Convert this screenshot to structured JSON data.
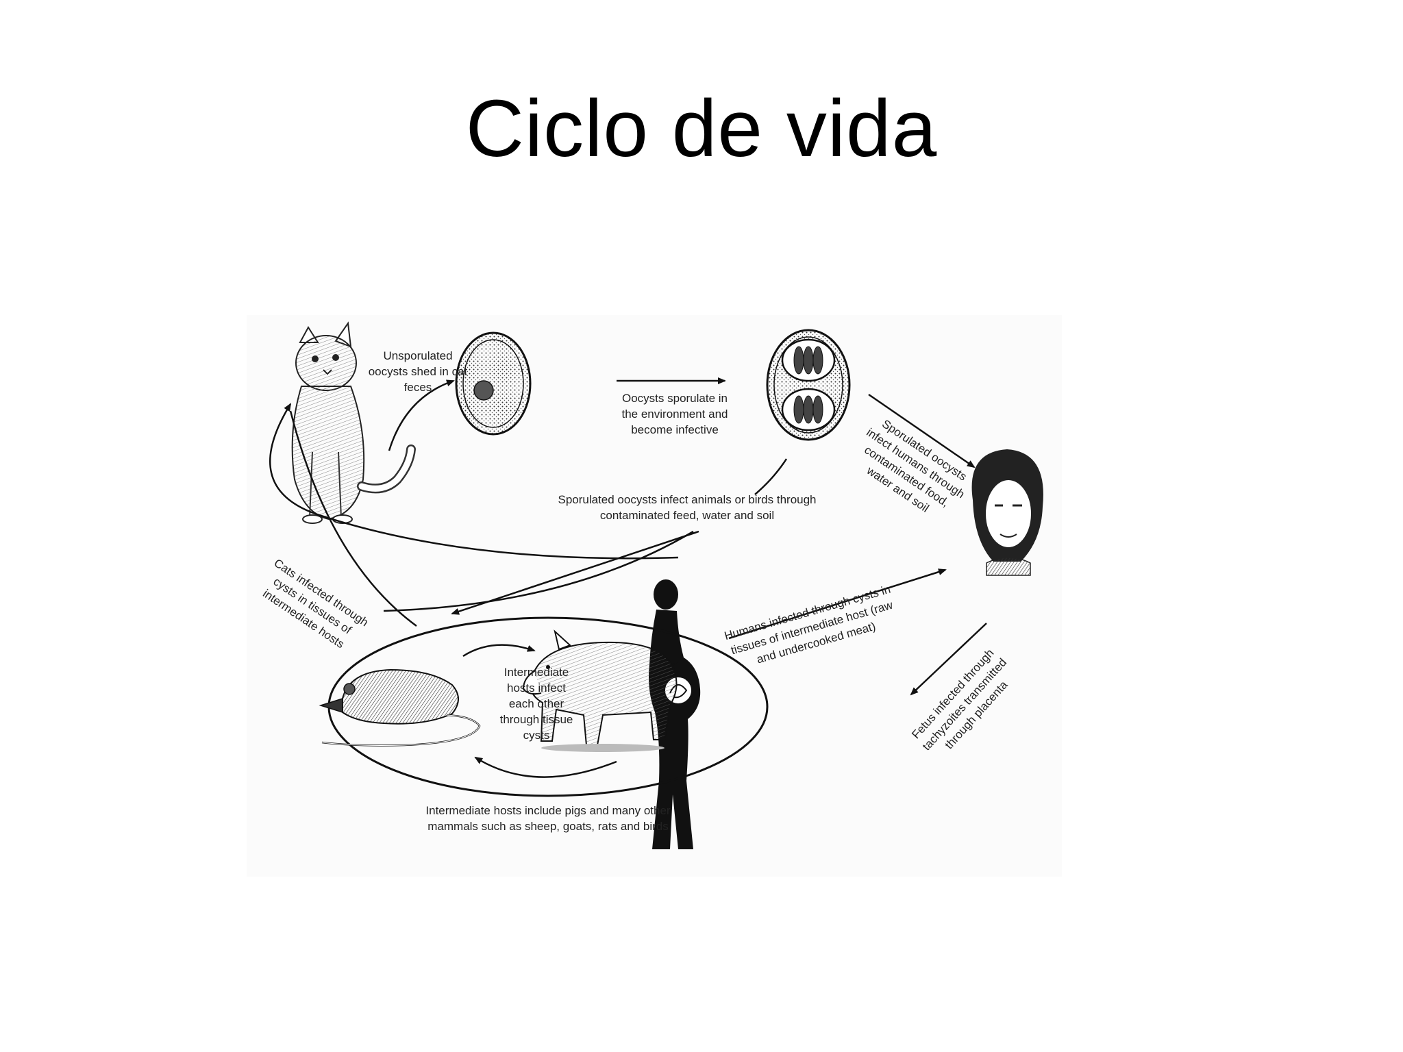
{
  "title": "Ciclo de vida",
  "labels": {
    "unsporulated": "Unsporulated oocysts shed in cat feces",
    "sporulate": "Oocysts sporulate in the environment and become infective",
    "humans_direct": "Sporulated oocysts infect humans through contaminated food, water and soil",
    "animals": "Sporulated oocysts infect animals or birds through contaminated feed, water and soil",
    "cats_infected": "Cats infected through cysts in tissues of intermediate hosts",
    "intermediate_each": "Intermediate hosts infect each other through tissue cysts",
    "humans_tissue": "Humans infected through cysts in tissues of intermediate host (raw and undercooked meat)",
    "fetus": "Fetus infected through tachyzoites transmitted through placenta",
    "intermediate_hosts": "Intermediate hosts include pigs and many other mammals such as sheep, goats, rats and birds"
  },
  "illustrations": [
    "cat-illustration",
    "unsporulated-oocyst",
    "sporulated-oocyst",
    "woman-portrait",
    "rat-illustration",
    "pig-illustration",
    "pregnant-woman-silhouette"
  ]
}
